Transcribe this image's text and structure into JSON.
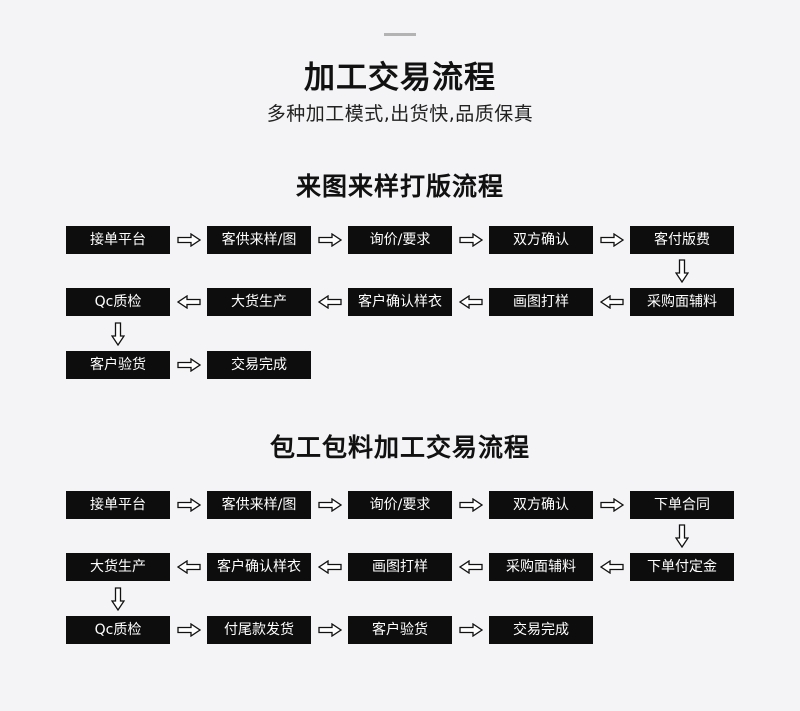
{
  "header": {
    "title": "加工交易流程",
    "subtitle": "多种加工模式,出货快,品质保真"
  },
  "sections": [
    {
      "title": "来图来样打版流程",
      "steps": [
        "接单平台",
        "客供来样/图",
        "询价/要求",
        "双方确认",
        "客付版费",
        "采购面辅料",
        "画图打样",
        "客户确认样衣",
        "大货生产",
        "Qc质检",
        "客户验货",
        "交易完成"
      ]
    },
    {
      "title": "包工包料加工交易流程",
      "steps": [
        "接单平台",
        "客供来样/图",
        "询价/要求",
        "双方确认",
        "下单合同",
        "下单付定金",
        "采购面辅料",
        "画图打样",
        "客户确认样衣",
        "大货生产",
        "Qc质检",
        "付尾款发货",
        "客户验货",
        "交易完成"
      ]
    }
  ]
}
